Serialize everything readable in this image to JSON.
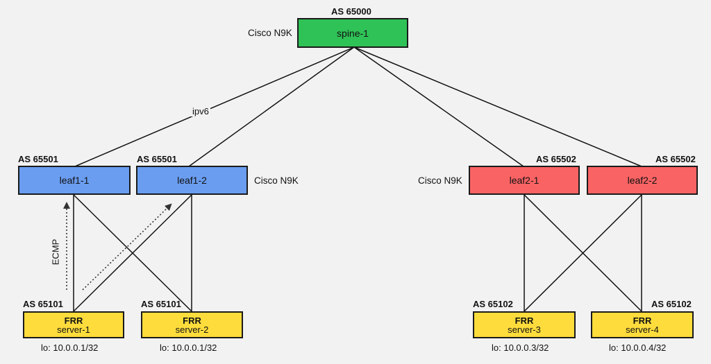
{
  "spine": {
    "as": "AS 65000",
    "label": "spine-1",
    "vendor": "Cisco N9K"
  },
  "leaves": [
    {
      "as": "AS 65501",
      "label": "leaf1-1"
    },
    {
      "as": "AS 65501",
      "label": "leaf1-2",
      "vendor": "Cisco N9K"
    },
    {
      "as": "AS 65502",
      "label": "leaf2-1",
      "vendor": "Cisco N9K"
    },
    {
      "as": "AS 65502",
      "label": "leaf2-2"
    }
  ],
  "servers": [
    {
      "as": "AS 65101",
      "software": "FRR",
      "label": "server-1",
      "lo": "lo: 10.0.0.1/32"
    },
    {
      "as": "AS 65101",
      "software": "FRR",
      "label": "server-2",
      "lo": "lo: 10.0.0.1/32"
    },
    {
      "as": "AS 65102",
      "software": "FRR",
      "label": "server-3",
      "lo": "lo: 10.0.0.3/32"
    },
    {
      "as": "AS 65102",
      "software": "FRR",
      "label": "server-4",
      "lo": "lo: 10.0.0.4/32"
    }
  ],
  "link_label": "ipv6",
  "ecmp_label": "ECMP",
  "colors": {
    "spine": "#2fc257",
    "leaf_pod1": "#6a9df0",
    "leaf_pod2": "#f96364",
    "server": "#fddc3c",
    "background": "#f2f2f2"
  }
}
